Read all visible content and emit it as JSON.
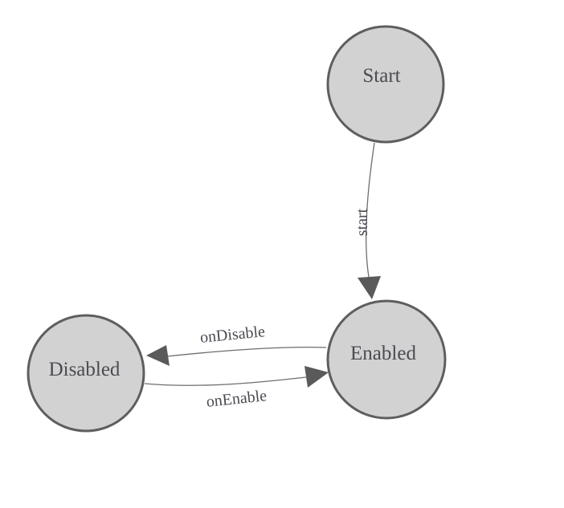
{
  "diagram": {
    "type": "state-machine",
    "colors": {
      "background": "#ffffff",
      "node_fill": "#d2d2d2",
      "node_stroke": "#5e5e5e",
      "edge_stroke": "#6e6e6e",
      "arrow_fill": "#5a5a5a",
      "text": "#4a4b52"
    },
    "nodes": [
      {
        "id": "start",
        "label": "Start"
      },
      {
        "id": "enabled",
        "label": "Enabled"
      },
      {
        "id": "disabled",
        "label": "Disabled"
      }
    ],
    "edges": [
      {
        "from": "Start",
        "to": "Enabled",
        "label": "start"
      },
      {
        "from": "Enabled",
        "to": "Disabled",
        "label": "onDisable"
      },
      {
        "from": "Disabled",
        "to": "Enabled",
        "label": "onEnable"
      }
    ]
  }
}
